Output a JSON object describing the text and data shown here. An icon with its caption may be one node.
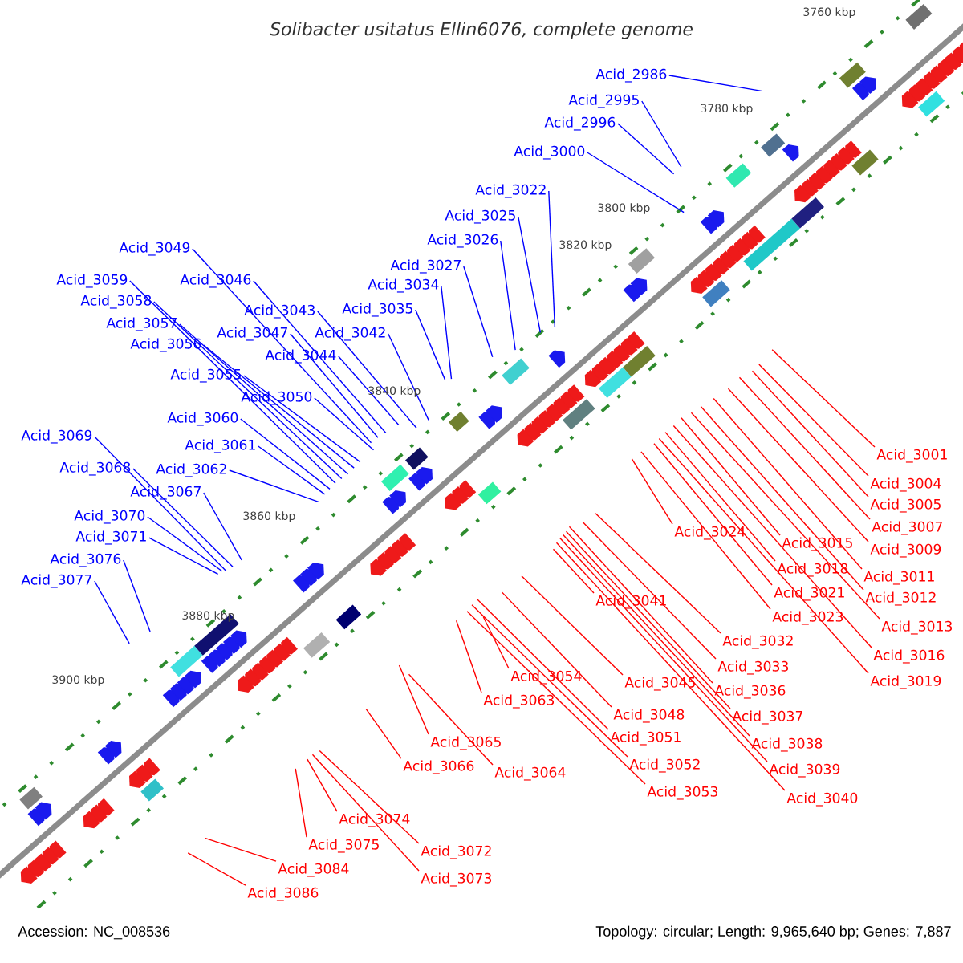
{
  "diagram": {
    "title": "Solibacter usitatus Ellin6076, complete genome",
    "nodes": [
      {
        "text": [
          "Acid_2986"
        ]
      },
      {
        "text": [
          "Acid_2995"
        ]
      },
      {
        "text": [
          "Acid_2996"
        ]
      },
      {
        "text": [
          "Acid_3000"
        ]
      },
      {
        "text": [
          "Acid_3022"
        ]
      },
      {
        "text": [
          "Acid_3025"
        ]
      },
      {
        "text": [
          "Acid_3026"
        ]
      },
      {
        "text": [
          "Acid_3027"
        ]
      },
      {
        "text": [
          "Acid_3034"
        ]
      },
      {
        "text": [
          "Acid_3035"
        ]
      },
      {
        "text": [
          "Acid_3042"
        ]
      },
      {
        "text": [
          "Acid_3043"
        ]
      },
      {
        "text": [
          "Acid_3044"
        ]
      },
      {
        "text": [
          "Acid_3046"
        ]
      },
      {
        "text": [
          "Acid_3047"
        ]
      },
      {
        "text": [
          "Acid_3049"
        ]
      },
      {
        "text": [
          "Acid_3050"
        ]
      },
      {
        "text": [
          "Acid_3055"
        ]
      },
      {
        "text": [
          "Acid_3056"
        ]
      },
      {
        "text": [
          "Acid_3057"
        ]
      },
      {
        "text": [
          "Acid_3058"
        ]
      },
      {
        "text": [
          "Acid_3059"
        ]
      },
      {
        "text": [
          "Acid_3060"
        ]
      },
      {
        "text": [
          "Acid_3061"
        ]
      },
      {
        "text": [
          "Acid_3062"
        ]
      },
      {
        "text": [
          "Acid_3067"
        ]
      },
      {
        "text": [
          "Acid_3068"
        ]
      },
      {
        "text": [
          "Acid_3069"
        ]
      },
      {
        "text": [
          "Acid_3070"
        ]
      },
      {
        "text": [
          "Acid_3071"
        ]
      },
      {
        "text": [
          "Acid_3076"
        ]
      },
      {
        "text": [
          "Acid_3077"
        ]
      },
      {
        "text": [
          "Acid_3001"
        ]
      },
      {
        "text": [
          "Acid_3004"
        ]
      },
      {
        "text": [
          "Acid_3005"
        ]
      },
      {
        "text": [
          "Acid_3007"
        ]
      },
      {
        "text": [
          "Acid_3009"
        ]
      },
      {
        "text": [
          "Acid_3011"
        ]
      },
      {
        "text": [
          "Acid_3012"
        ]
      },
      {
        "text": [
          "Acid_3013"
        ]
      },
      {
        "text": [
          "Acid_3015"
        ]
      },
      {
        "text": [
          "Acid_3016"
        ]
      },
      {
        "text": [
          "Acid_3018"
        ]
      },
      {
        "text": [
          "Acid_3019"
        ]
      },
      {
        "text": [
          "Acid_3021"
        ]
      },
      {
        "text": [
          "Acid_3023"
        ]
      },
      {
        "text": [
          "Acid_3024"
        ]
      },
      {
        "text": [
          "Acid_3032"
        ]
      },
      {
        "text": [
          "Acid_3033"
        ]
      },
      {
        "text": [
          "Acid_3036"
        ]
      },
      {
        "text": [
          "Acid_3037"
        ]
      },
      {
        "text": [
          "Acid_3038"
        ]
      },
      {
        "text": [
          "Acid_3039"
        ]
      },
      {
        "text": [
          "Acid_3040"
        ]
      },
      {
        "text": [
          "Acid_3041"
        ]
      },
      {
        "text": [
          "Acid_3045"
        ]
      },
      {
        "text": [
          "Acid_3048"
        ]
      },
      {
        "text": [
          "Acid_3051"
        ]
      },
      {
        "text": [
          "Acid_3052"
        ]
      },
      {
        "text": [
          "Acid_3053"
        ]
      },
      {
        "text": [
          "Acid_3054"
        ]
      },
      {
        "text": [
          "Acid_3063"
        ]
      },
      {
        "text": [
          "Acid_3064"
        ]
      },
      {
        "text": [
          "Acid_3065"
        ]
      },
      {
        "text": [
          "Acid_3066"
        ]
      },
      {
        "text": [
          "Acid_3072"
        ]
      },
      {
        "text": [
          "Acid_3073"
        ]
      },
      {
        "text": [
          "Acid_3074"
        ]
      },
      {
        "text": [
          "Acid_3075"
        ]
      },
      {
        "text": [
          "Acid_3084"
        ]
      },
      {
        "text": [
          "Acid_3086"
        ]
      }
    ],
    "edges": [
      {
        "from": 0,
        "to": null,
        "arrow": "none",
        "color": "#0000ff"
      },
      {
        "from": 1,
        "to": null,
        "arrow": "none",
        "color": "#0000ff"
      },
      {
        "from": 2,
        "to": null,
        "arrow": "none",
        "color": "#0000ff"
      },
      {
        "from": 3,
        "to": null,
        "arrow": "none",
        "color": "#0000ff"
      },
      {
        "from": 4,
        "to": null,
        "arrow": "none",
        "color": "#0000ff"
      },
      {
        "from": 5,
        "to": null,
        "arrow": "none",
        "color": "#0000ff"
      },
      {
        "from": 6,
        "to": null,
        "arrow": "none",
        "color": "#0000ff"
      },
      {
        "from": 7,
        "to": null,
        "arrow": "none",
        "color": "#0000ff"
      },
      {
        "from": 8,
        "to": null,
        "arrow": "none",
        "color": "#0000ff"
      },
      {
        "from": 9,
        "to": null,
        "arrow": "none",
        "color": "#0000ff"
      },
      {
        "from": 10,
        "to": null,
        "arrow": "none",
        "color": "#0000ff"
      },
      {
        "from": 11,
        "to": null,
        "arrow": "none",
        "color": "#0000ff"
      },
      {
        "from": 12,
        "to": null,
        "arrow": "none",
        "color": "#0000ff"
      },
      {
        "from": 13,
        "to": null,
        "arrow": "none",
        "color": "#0000ff"
      },
      {
        "from": 14,
        "to": null,
        "arrow": "none",
        "color": "#0000ff"
      },
      {
        "from": 15,
        "to": null,
        "arrow": "none",
        "color": "#0000ff"
      },
      {
        "from": 16,
        "to": null,
        "arrow": "none",
        "color": "#0000ff"
      },
      {
        "from": 17,
        "to": null,
        "arrow": "none",
        "color": "#0000ff"
      },
      {
        "from": 18,
        "to": null,
        "arrow": "none",
        "color": "#0000ff"
      },
      {
        "from": 19,
        "to": null,
        "arrow": "none",
        "color": "#0000ff"
      },
      {
        "from": 20,
        "to": null,
        "arrow": "none",
        "color": "#0000ff"
      },
      {
        "from": 21,
        "to": null,
        "arrow": "none",
        "color": "#0000ff"
      },
      {
        "from": 22,
        "to": null,
        "arrow": "none",
        "color": "#0000ff"
      },
      {
        "from": 23,
        "to": null,
        "arrow": "none",
        "color": "#0000ff"
      },
      {
        "from": 24,
        "to": null,
        "arrow": "none",
        "color": "#0000ff"
      },
      {
        "from": 25,
        "to": null,
        "arrow": "none",
        "color": "#0000ff"
      },
      {
        "from": 26,
        "to": null,
        "arrow": "none",
        "color": "#0000ff"
      },
      {
        "from": 27,
        "to": null,
        "arrow": "none",
        "color": "#0000ff"
      },
      {
        "from": 28,
        "to": null,
        "arrow": "none",
        "color": "#0000ff"
      },
      {
        "from": 29,
        "to": null,
        "arrow": "none",
        "color": "#0000ff"
      },
      {
        "from": 30,
        "to": null,
        "arrow": "none",
        "color": "#0000ff"
      },
      {
        "from": 31,
        "to": null,
        "arrow": "none",
        "color": "#0000ff"
      },
      {
        "from": 32,
        "to": null,
        "arrow": "none"
      },
      {
        "from": 33,
        "to": null,
        "arrow": "none"
      },
      {
        "from": 34,
        "to": null,
        "arrow": "none"
      },
      {
        "from": 35,
        "to": null,
        "arrow": "none"
      },
      {
        "from": 36,
        "to": null,
        "arrow": "none"
      },
      {
        "from": 37,
        "to": null,
        "arrow": "none"
      },
      {
        "from": 38,
        "to": null,
        "arrow": "none"
      },
      {
        "from": 39,
        "to": null,
        "arrow": "none"
      },
      {
        "from": 40,
        "to": null,
        "arrow": "none"
      },
      {
        "from": 41,
        "to": null,
        "arrow": "none"
      },
      {
        "from": 42,
        "to": null,
        "arrow": "none"
      },
      {
        "from": 43,
        "to": null,
        "arrow": "none"
      },
      {
        "from": 44,
        "to": null,
        "arrow": "none"
      },
      {
        "from": 45,
        "to": null,
        "arrow": "none"
      },
      {
        "from": 46,
        "to": null,
        "arrow": "none"
      },
      {
        "from": 47,
        "to": null,
        "arrow": "none"
      },
      {
        "from": 48,
        "to": null,
        "arrow": "none"
      },
      {
        "from": 49,
        "to": null,
        "arrow": "none"
      },
      {
        "from": 50,
        "to": null,
        "arrow": "none"
      },
      {
        "from": 51,
        "to": null,
        "arrow": "none"
      },
      {
        "from": 52,
        "to": null,
        "arrow": "none"
      },
      {
        "from": 53,
        "to": null,
        "arrow": "none"
      },
      {
        "from": 54,
        "to": null,
        "arrow": "none"
      },
      {
        "from": 55,
        "to": null,
        "arrow": "none"
      },
      {
        "from": 56,
        "to": null,
        "arrow": "none"
      },
      {
        "from": 57,
        "to": null,
        "arrow": "none"
      },
      {
        "from": 58,
        "to": null,
        "arrow": "none"
      },
      {
        "from": 59,
        "to": null,
        "arrow": "none"
      },
      {
        "from": 60,
        "to": null,
        "arrow": "none"
      },
      {
        "from": 61,
        "to": null,
        "arrow": "none"
      },
      {
        "from": 62,
        "to": null,
        "arrow": "none"
      },
      {
        "from": 63,
        "to": null,
        "arrow": "none"
      },
      {
        "from": 64,
        "to": null,
        "arrow": "none"
      },
      {
        "from": 65,
        "to": null,
        "arrow": "none"
      },
      {
        "from": 66,
        "to": null,
        "arrow": "none"
      },
      {
        "from": 67,
        "to": null,
        "arrow": "none"
      },
      {
        "from": 68,
        "to": null,
        "arrow": "none"
      },
      {
        "from": 69,
        "to": null,
        "arrow": "none"
      },
      {
        "from": 70,
        "to": null,
        "arrow": "none"
      }
    ],
    "labels": [
      "3760 kbp",
      "3780 kbp",
      "3800 kbp",
      "3820 kbp",
      "3840 kbp",
      "3860 kbp",
      "3880 kbp",
      "3900 kbp",
      "Accession: NC_008536",
      "Topology: circular; Length: 9,965,640 bp; Genes: 7,887"
    ]
  }
}
